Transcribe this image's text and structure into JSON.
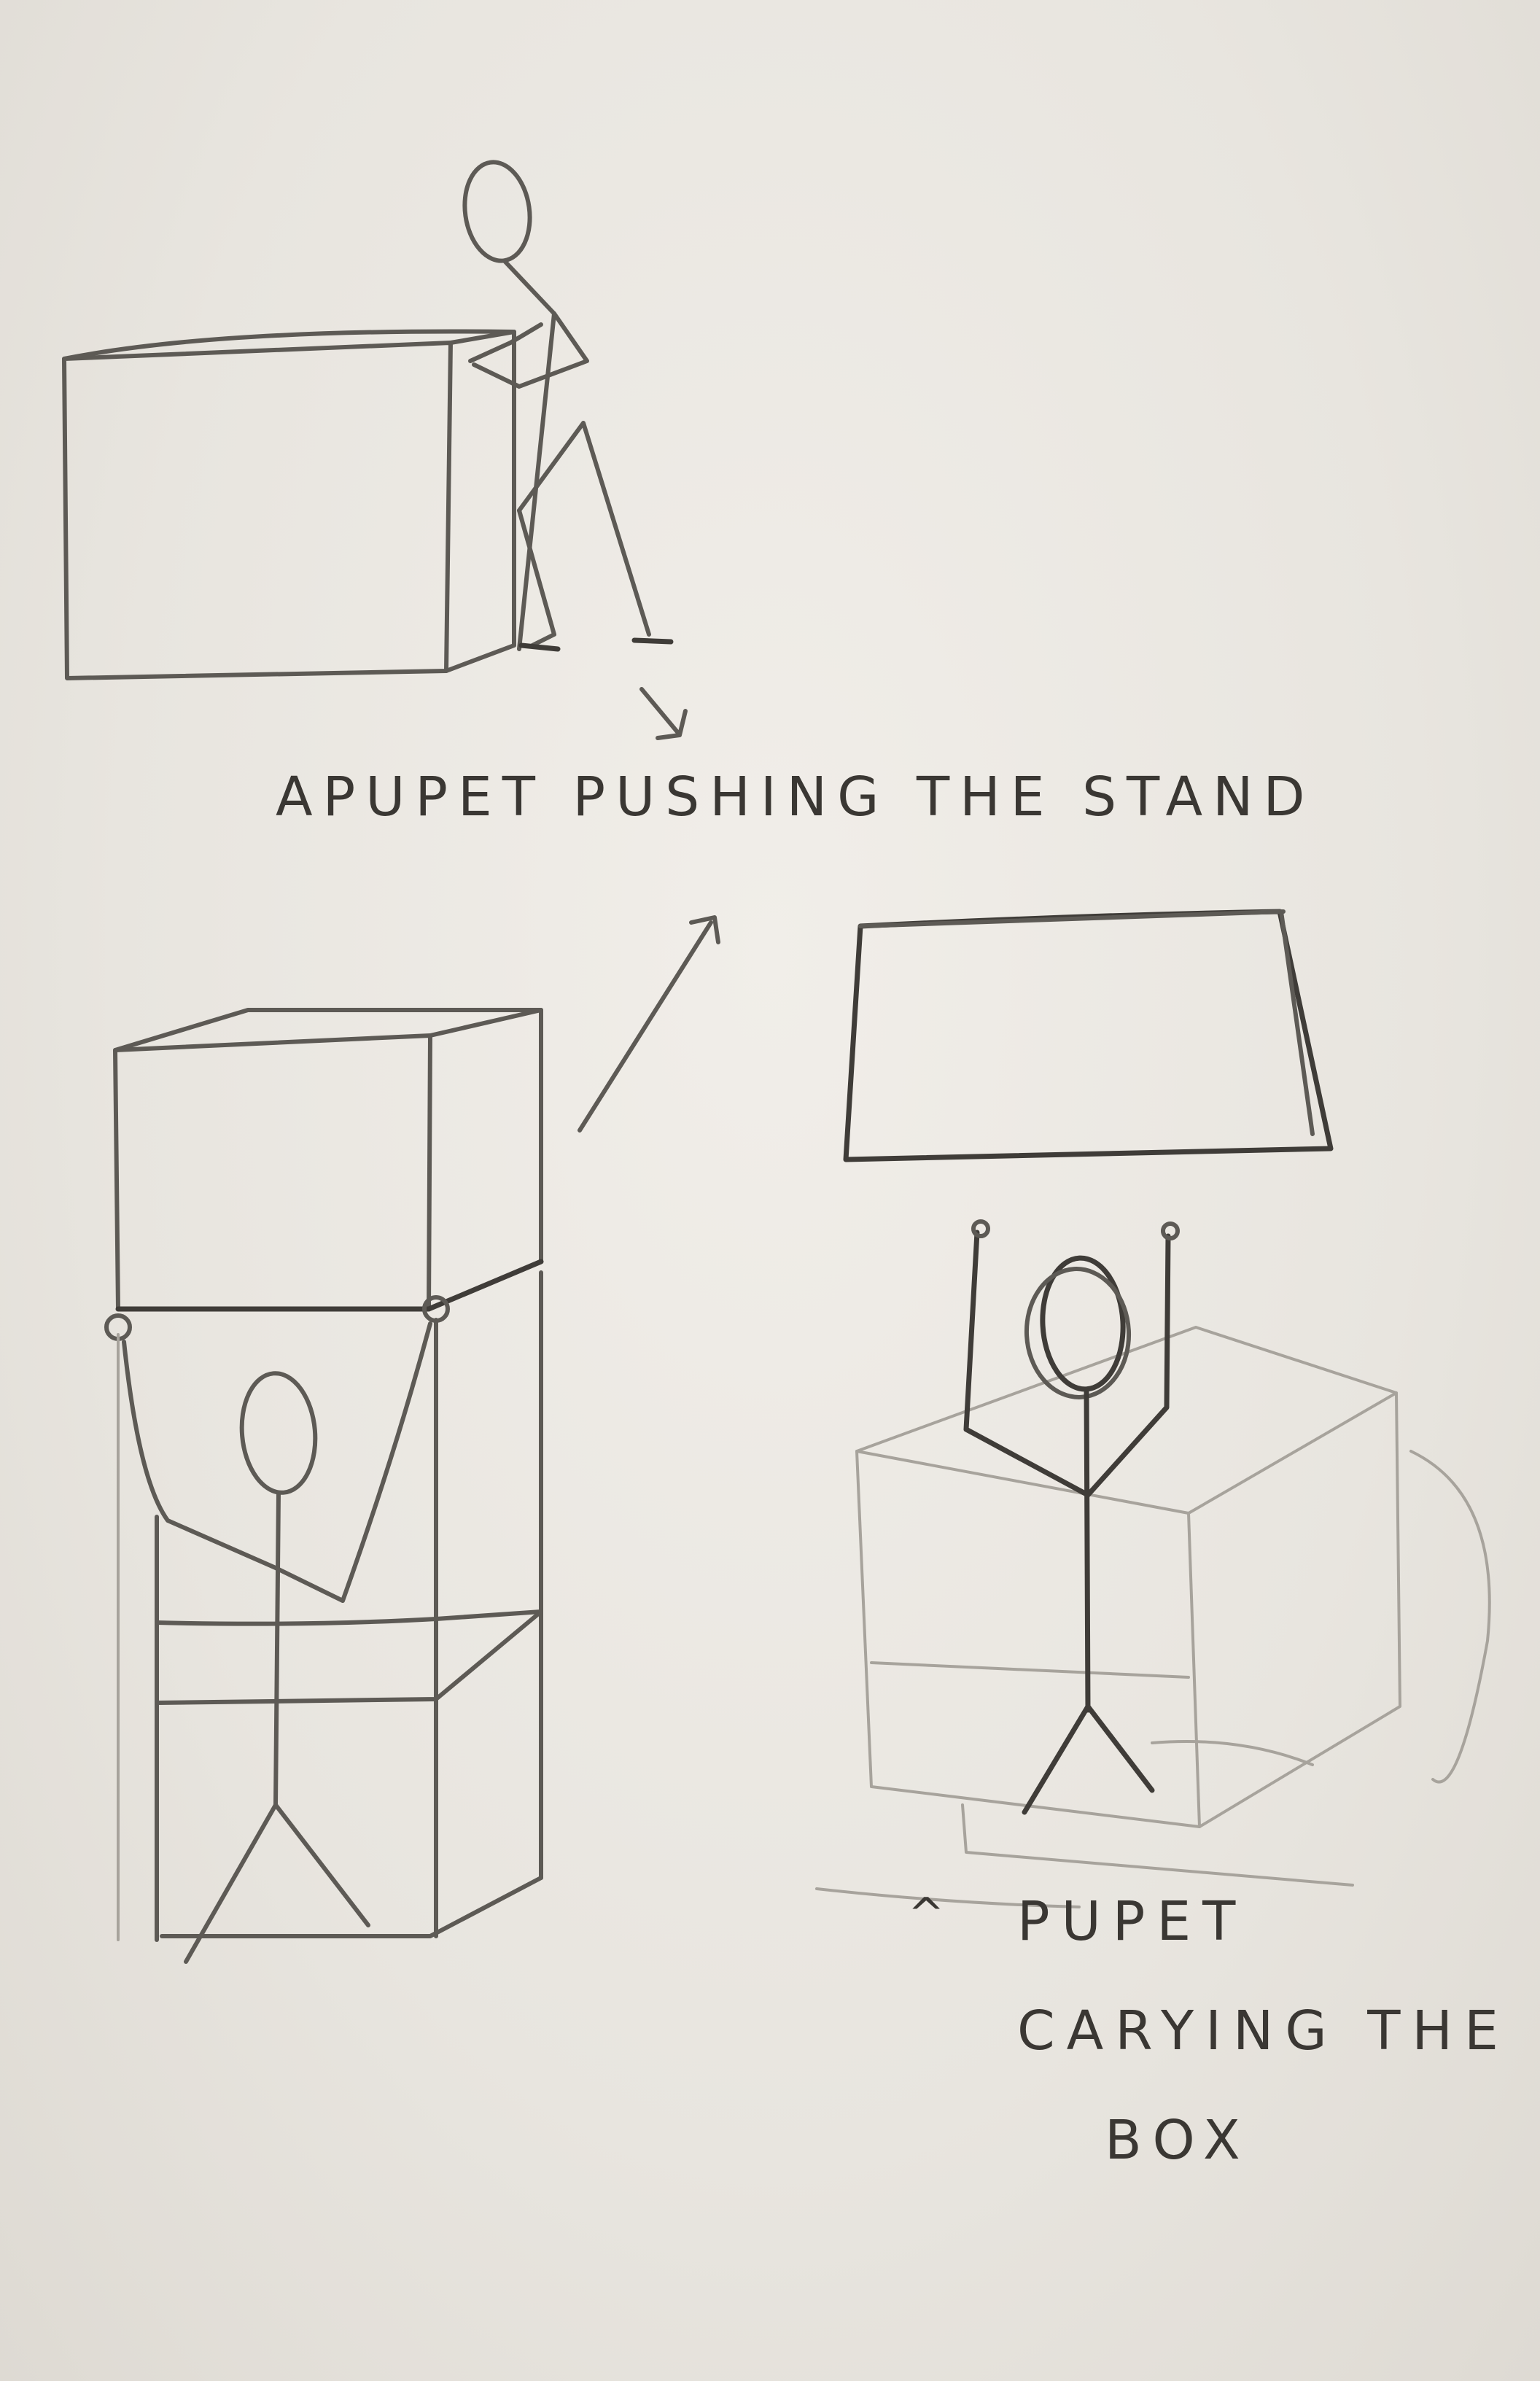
{
  "captions": {
    "pushing": "APUPET PUSHING THE STAND",
    "carrying_line1": "PUPET",
    "carrying_line2": "CARYING THE",
    "carrying_line3": "BOX",
    "caret": "^"
  },
  "colors": {
    "paper": "#ece9e4",
    "pencil": "#5d5a55",
    "pencil_dark": "#3f3c38"
  }
}
